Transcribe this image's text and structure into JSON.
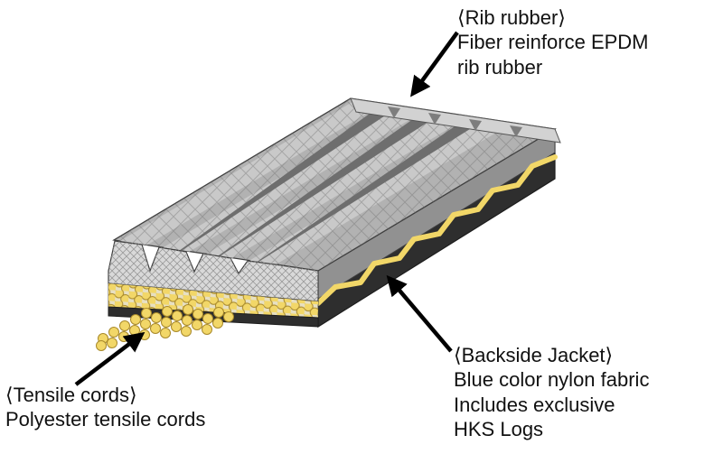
{
  "labels": {
    "rib_rubber": {
      "title": "⟨Rib rubber⟩",
      "lines": [
        "Fiber reinforce EPDM",
        "rib rubber"
      ]
    },
    "tensile_cords": {
      "title": "⟨Tensile cords⟩",
      "lines": [
        "Polyester tensile cords"
      ]
    },
    "backside_jacket": {
      "title": "⟨Backside Jacket⟩",
      "lines": [
        "Blue color nylon fabric",
        "Includes exclusive",
        "HKS Logs"
      ]
    }
  },
  "colors": {
    "background": "#ffffff",
    "belt_gray": "#b2b2b2",
    "rib_light": "#c9c9c9",
    "groove_dark": "#6e6e6e",
    "cut_face_light": "#d9d9d9",
    "side_gray": "#919191",
    "dark_layer": "#2e2e2e",
    "cord_yellow": "#f2d768",
    "arrow_black": "#000000"
  }
}
